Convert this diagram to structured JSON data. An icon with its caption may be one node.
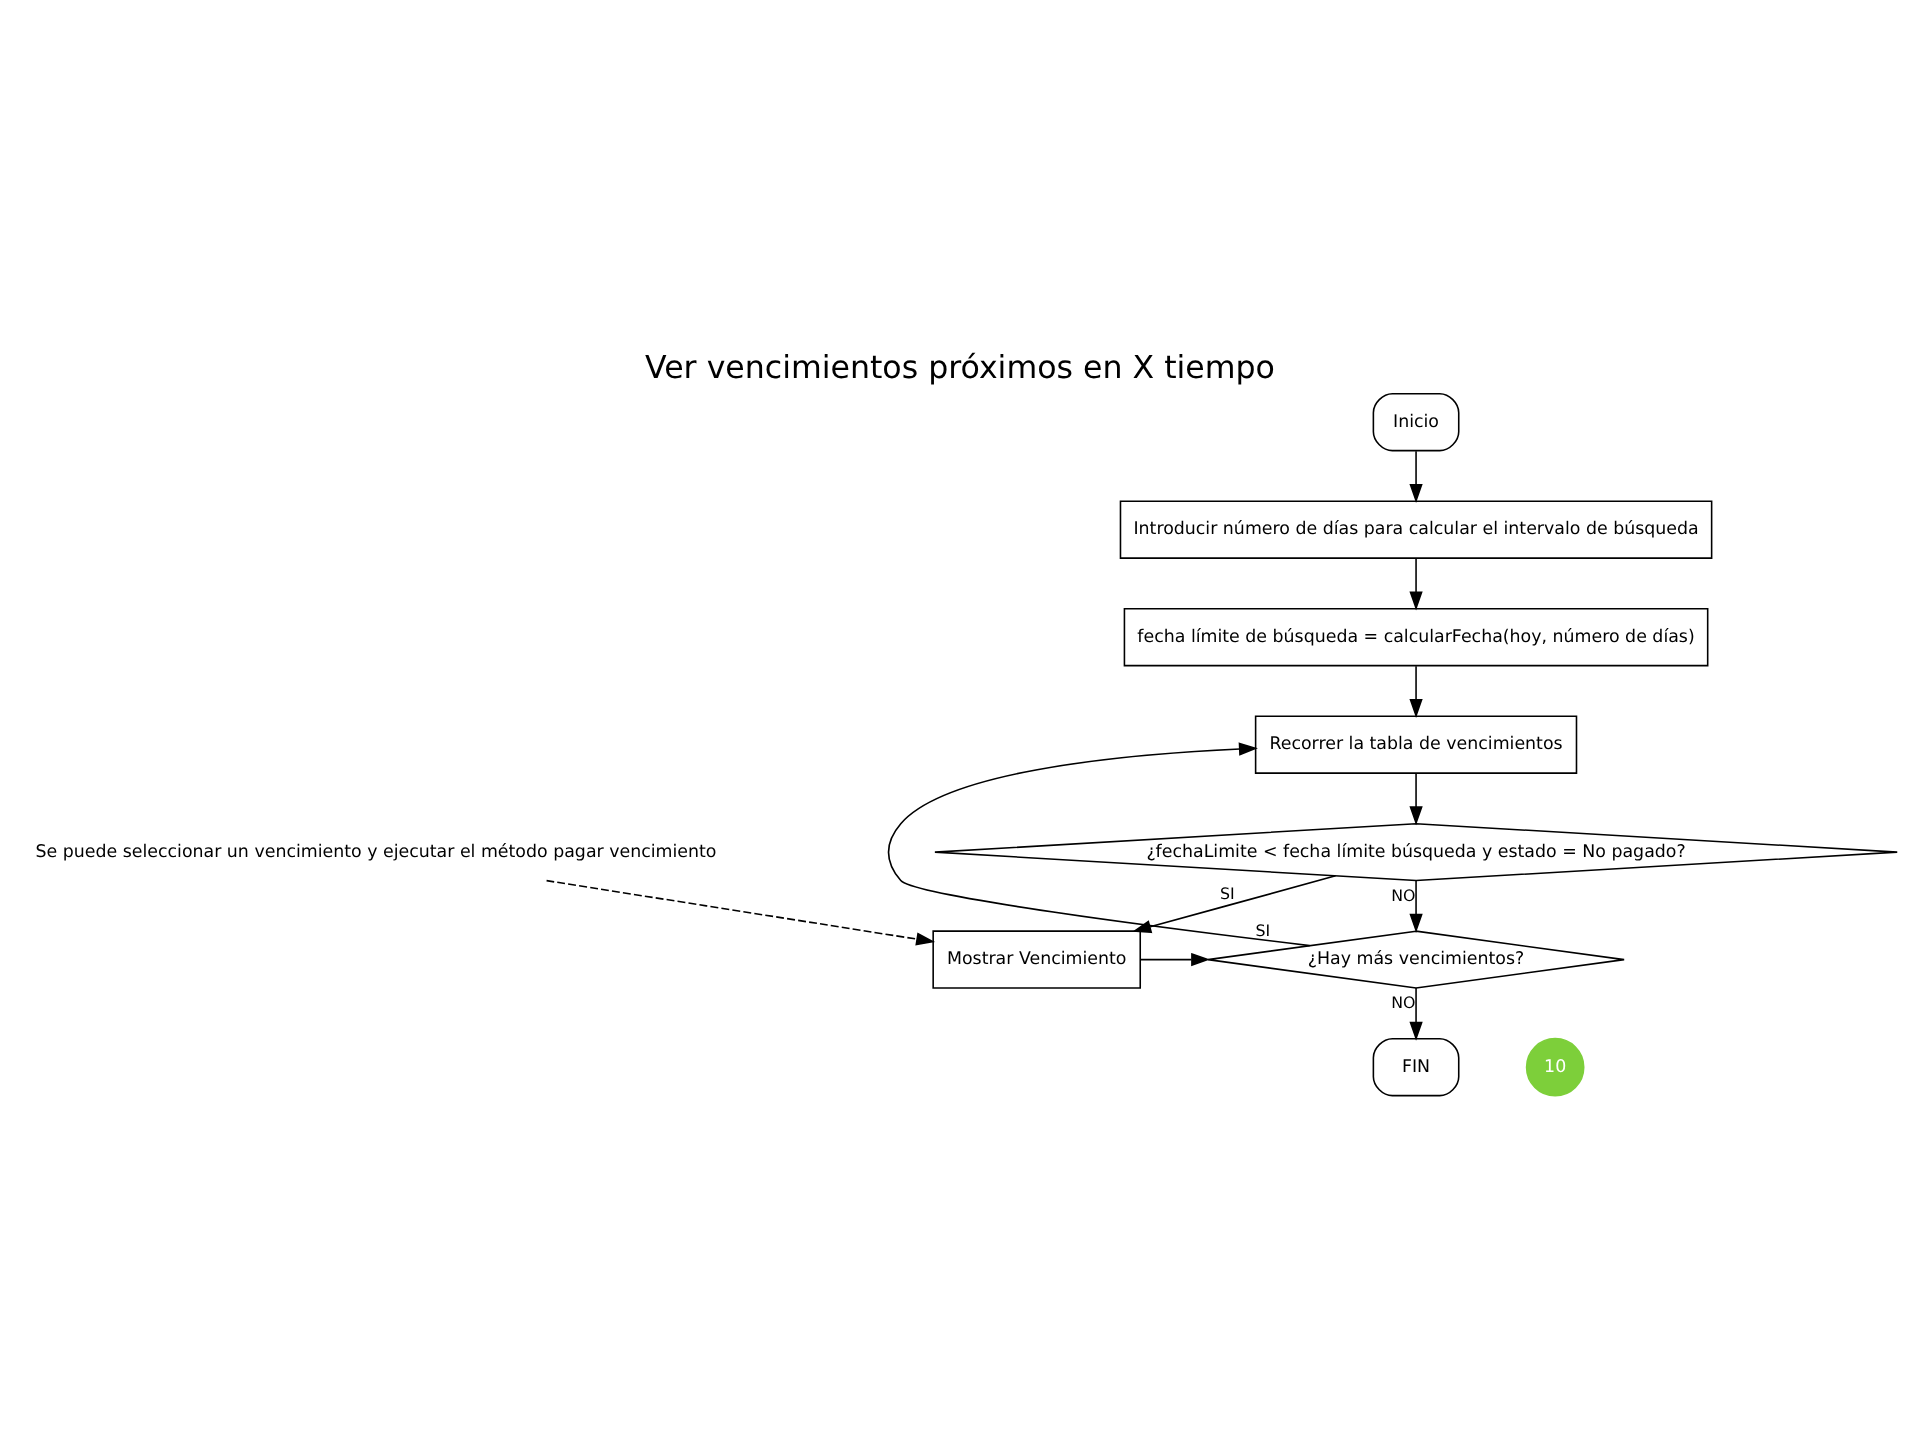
{
  "diagram": {
    "title": "Ver vencimientos próximos en X tiempo",
    "nodes": [
      {
        "text": [
          "Inicio"
        ]
      },
      {
        "text": [
          "Introducir número de días para calcular el intervalo de búsqueda"
        ]
      },
      {
        "text": [
          "fecha límite de búsqueda = calcularFecha(hoy, número de días)"
        ]
      },
      {
        "text": [
          "Recorrer la tabla de vencimientos"
        ]
      },
      {
        "text": [
          "¿fechaLimite < fecha límite búsqueda y estado = No pagado?"
        ]
      },
      {
        "text": [
          "¿Hay más vencimientos?"
        ]
      },
      {
        "text": [
          "Mostrar Vencimiento"
        ]
      },
      {
        "text": [
          "FIN"
        ]
      },
      {
        "text": [
          "Se puede seleccionar un vencimiento y ejecutar el método pagar vencimiento"
        ]
      }
    ],
    "edges": [
      {
        "from": 0,
        "to": 1,
        "arrow": "to"
      },
      {
        "from": 1,
        "to": 2,
        "arrow": "to"
      },
      {
        "from": 2,
        "to": 3,
        "arrow": "to"
      },
      {
        "from": 3,
        "to": 4,
        "arrow": "to"
      },
      {
        "from": 4,
        "to": 5,
        "arrow": "to",
        "label": "NO"
      },
      {
        "from": 4,
        "to": 6,
        "arrow": "to",
        "label": "SI"
      },
      {
        "from": 6,
        "to": 5,
        "arrow": "to"
      },
      {
        "from": 5,
        "to": 3,
        "arrow": "to",
        "label": "SI"
      },
      {
        "from": 5,
        "to": 7,
        "arrow": "to",
        "label": "NO"
      },
      {
        "from": 8,
        "to": 6,
        "arrow": "to",
        "style": "dashed"
      }
    ],
    "labels": [
      "10"
    ]
  }
}
